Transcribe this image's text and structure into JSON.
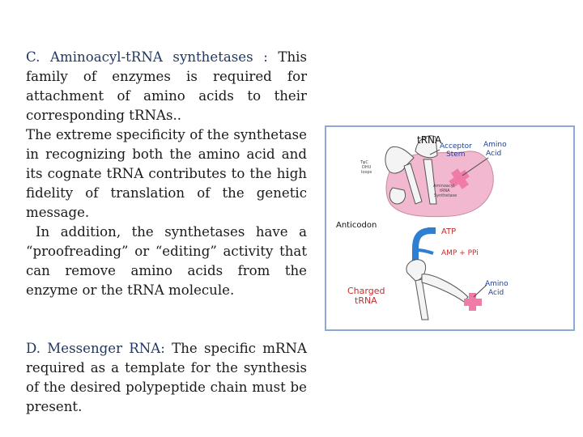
{
  "section_c": {
    "heading": "C. Aminoacyl-tRNA synthetases :",
    "intro": " This family of enzymes is required for attachment of amino acids to their corresponding tRNAs..",
    "para2": "The extreme specificity of the synthetase in recognizing both the amino acid and its cognate tRNA contributes to the high fidelity of translation of the genetic message.",
    "para3": "In addition, the synthetases have a “proofreading” or “editing” activity that can remove amino acids from the enzyme or the tRNA molecule."
  },
  "section_d": {
    "heading": "D. Messenger RNA:",
    "body": " The specific mRNA required as a template for the synthesis of the desired polypeptide chain must be present."
  },
  "figure": {
    "trna": "tRNA",
    "acceptor_1": "Acceptor",
    "acceptor_2": "Stem",
    "amino_1": "Amino",
    "amino_2": "Acid",
    "tpsic_1": "TψC",
    "tpsic_2": "DHU",
    "tpsic_3": "loops",
    "enzyme_1": "Aminoacyl",
    "enzyme_2": "tRNA",
    "enzyme_3": "Synthetase",
    "anticodon": "Anticodon",
    "atp": "ATP",
    "amp_ppi": "AMP + PPi",
    "charged_1": "Charged",
    "charged_2": "tRNA",
    "amino_b1": "Amino",
    "amino_b2": "Acid",
    "colors": {
      "heading": "#1f3864",
      "enzyme": "#f2b8cf",
      "amino_acid": "#f07aa8",
      "arrow": "#2e7fd0",
      "label_blue": "#1f3f99",
      "label_red": "#c03030"
    }
  }
}
